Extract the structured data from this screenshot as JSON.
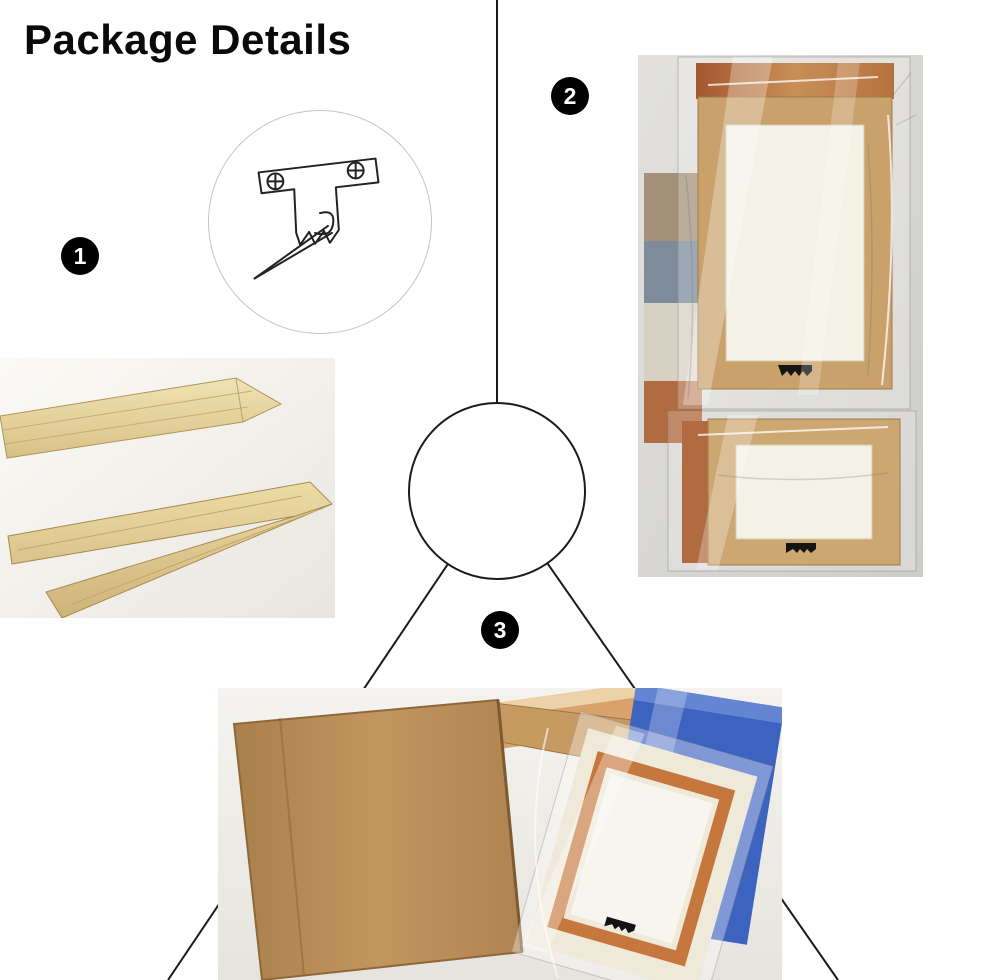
{
  "title": "Package Details",
  "badges": [
    {
      "label": "1"
    },
    {
      "label": "2"
    },
    {
      "label": "3"
    }
  ],
  "inset": {
    "icon": "sawtooth-hanger-icon"
  },
  "photos": [
    {
      "id": 1,
      "name": "wooden-stretcher-bars-photo"
    },
    {
      "id": 2,
      "name": "plastic-wrapped-canvas-frames-photo"
    },
    {
      "id": 3,
      "name": "cardboard-box-with-wrapped-canvases-photo"
    }
  ],
  "colors": {
    "background": "#ffffff",
    "divider_line": "#1b1b1b",
    "badge_fill": "#000000",
    "badge_text": "#ffffff",
    "stretcher_wood": "#e3cf9a",
    "frame_wood": "#c9a16a",
    "cardboard": "#bb8f58",
    "canvas_blue": "#3c63c0",
    "canvas_rust": "#b06b41",
    "photo_background": "#d9d8d4"
  }
}
